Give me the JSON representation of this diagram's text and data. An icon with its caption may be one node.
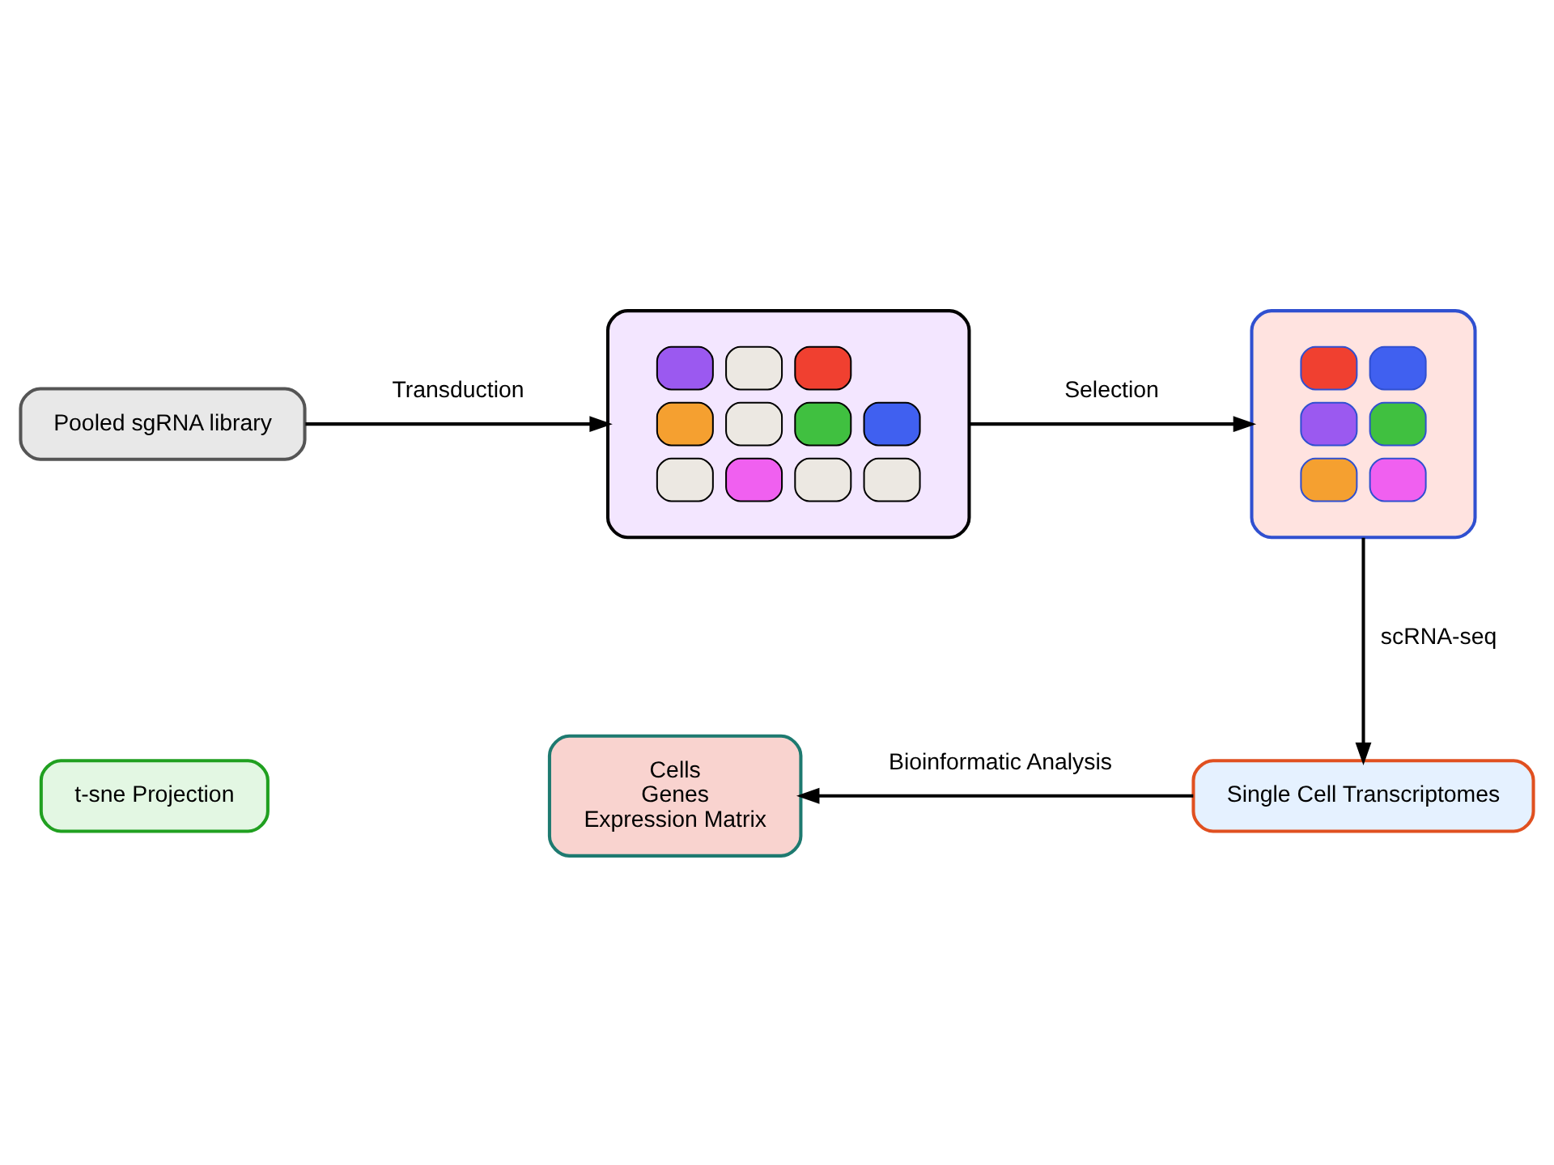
{
  "diagram": {
    "nodes": [
      {
        "text": [
          "Pooled sgRNA library"
        ]
      },
      {
        "text": [],
        "shape": "picture"
      },
      {
        "text": [],
        "shape": "picture"
      },
      {
        "text": [
          "Single Cell Transcriptomes"
        ]
      },
      {
        "text": [
          "Cells",
          "Genes",
          "Expression Matrix"
        ]
      },
      {
        "text": [
          "t-sne Projection"
        ]
      }
    ],
    "edges": [
      {
        "from": 0,
        "to": 1,
        "arrow": "to",
        "label": "Transduction"
      },
      {
        "from": 1,
        "to": 2,
        "arrow": "to",
        "label": "Selection"
      },
      {
        "from": 2,
        "to": 3,
        "arrow": "to",
        "label": "scRNA-seq"
      },
      {
        "from": 3,
        "to": 4,
        "arrow": "to",
        "label": "Bioinformatic Analysis"
      }
    ]
  }
}
